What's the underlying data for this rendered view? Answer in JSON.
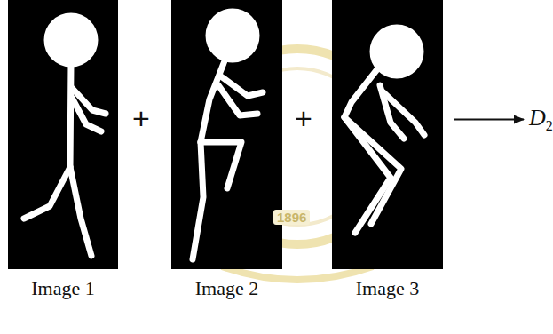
{
  "diagram": {
    "nodes": [
      {
        "text": [
          "Image 1"
        ]
      },
      {
        "text": [
          "Image 2"
        ]
      },
      {
        "text": [
          "Image 3"
        ]
      },
      {
        "text": [
          "D",
          "2"
        ]
      }
    ],
    "edges": [
      {
        "from": 2,
        "to": 3,
        "arrow": "to"
      }
    ],
    "labels": [
      "+",
      "+",
      "1896"
    ]
  }
}
